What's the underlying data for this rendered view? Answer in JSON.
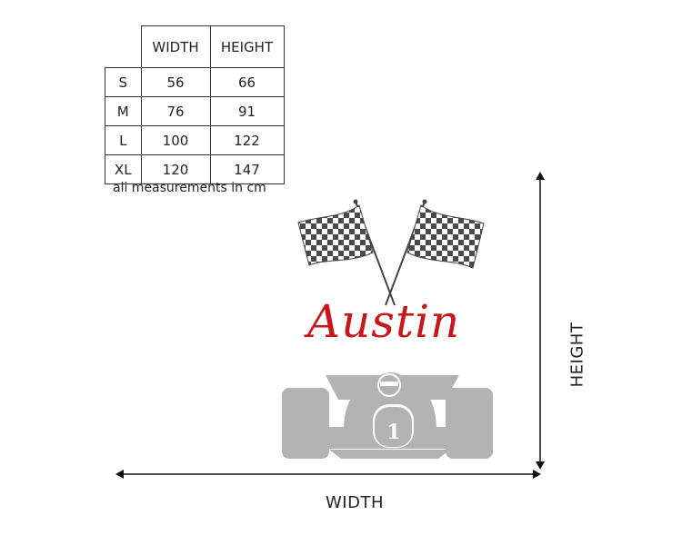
{
  "size_table": {
    "headers": [
      "",
      "WIDTH",
      "HEIGHT"
    ],
    "rows": [
      {
        "size": "S",
        "width": "56",
        "height": "66"
      },
      {
        "size": "M",
        "width": "76",
        "height": "91"
      },
      {
        "size": "L",
        "width": "100",
        "height": "122"
      },
      {
        "size": "XL",
        "width": "120",
        "height": "147"
      }
    ],
    "note": "all measurements in cm"
  },
  "design": {
    "name": "Austin",
    "car_number": "1",
    "name_color": "#c8171c",
    "car_color": "#b3b3b3",
    "flag_color": "#4a4a4a"
  },
  "dimensions": {
    "width_label": "WIDTH",
    "height_label": "HEIGHT"
  }
}
